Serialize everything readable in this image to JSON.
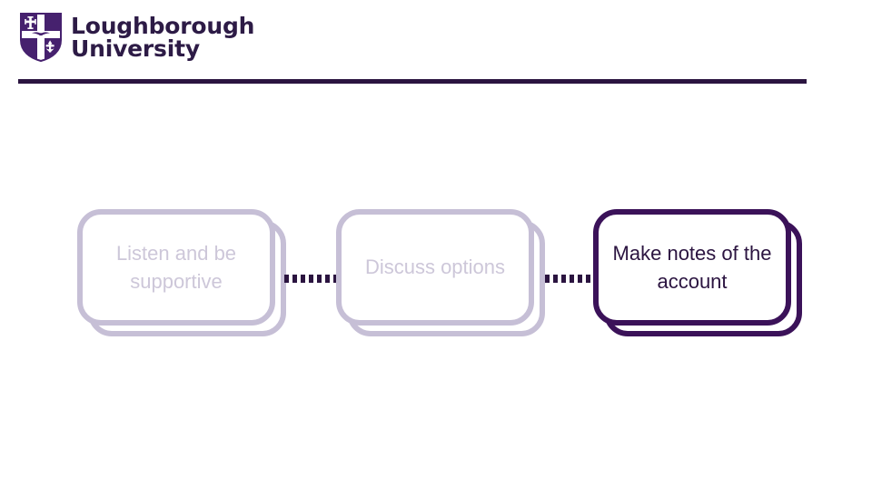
{
  "header": {
    "logo": {
      "shield_icon": "loughborough-shield-icon",
      "wordmark_line1": "Loughborough",
      "wordmark_line2": "University",
      "brand_color": "#2d1b46"
    },
    "rule_color": "#2b1440"
  },
  "process": {
    "connector_dot_count": 7,
    "connector_color": "#2b1440",
    "inactive_color": "#c6bfd6",
    "inactive_text_color": "#cdc7d9",
    "active_color": "#3b1259",
    "active_text_color": "#2b1440",
    "steps": [
      {
        "label": "Listen and be supportive",
        "state": "inactive"
      },
      {
        "label": "Discuss options",
        "state": "inactive"
      },
      {
        "label": "Make notes of the account",
        "state": "active"
      }
    ]
  }
}
